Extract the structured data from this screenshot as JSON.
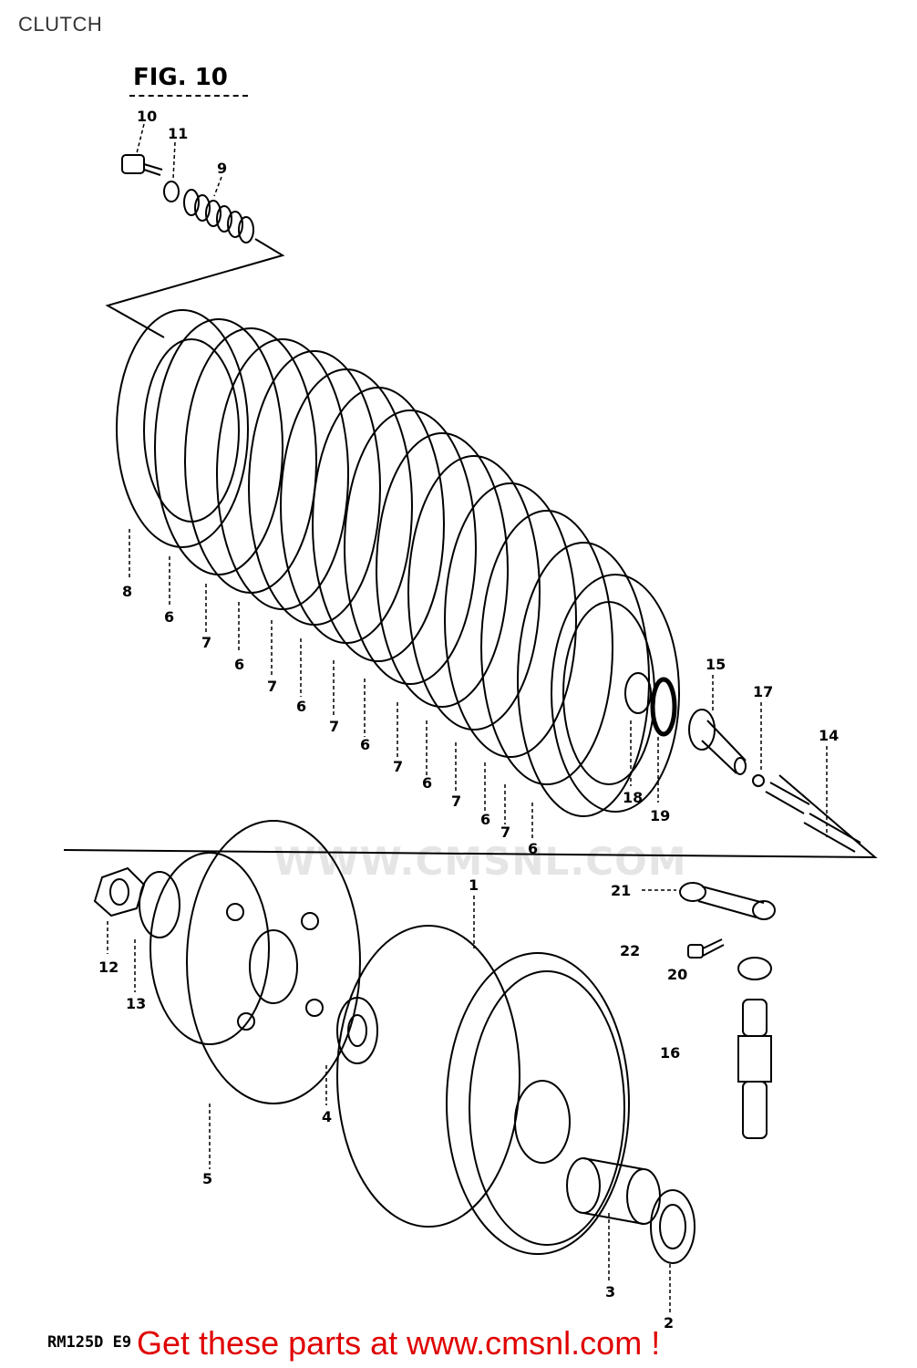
{
  "page": {
    "title": "CLUTCH"
  },
  "figure": {
    "label": "FIG. 10"
  },
  "watermark": {
    "text": "WWW.CMSNL.COM"
  },
  "footer": {
    "model_code": "RM125D E9",
    "cta": "Get these parts at www.cmsnl.com !"
  },
  "callouts": {
    "c10": "10",
    "c11": "11",
    "c9": "9",
    "c8": "8",
    "p6a": "6",
    "p7a": "7",
    "p6b": "6",
    "p7b": "7",
    "p6c": "6",
    "p7c": "7",
    "p6d": "6",
    "p7d": "7",
    "p6e": "6",
    "p7e": "7",
    "p6f": "6",
    "p7f": "7",
    "p6g": "6",
    "c15": "15",
    "c17": "17",
    "c14": "14",
    "c18": "18",
    "c19": "19",
    "c1": "1",
    "c12": "12",
    "c13": "13",
    "c21": "21",
    "c22": "22",
    "c20": "20",
    "c16": "16",
    "c4": "4",
    "c5": "5",
    "c3": "3",
    "c2": "2"
  },
  "colors": {
    "line": "#000000",
    "cta": "#e00000",
    "watermark": "#d8d8d8"
  }
}
